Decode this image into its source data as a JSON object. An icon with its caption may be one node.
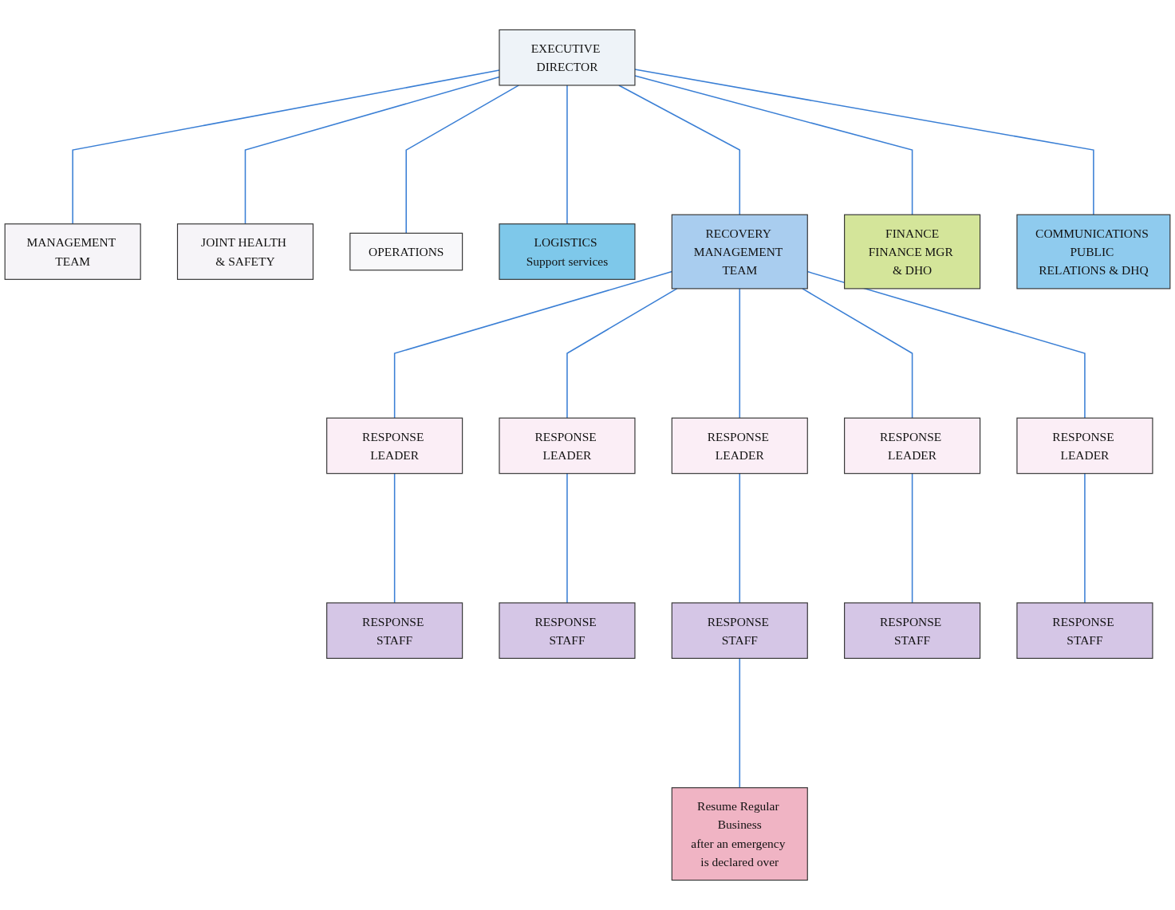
{
  "diagram": {
    "nodes": [
      {
        "text": [
          "EXECUTIVE DIRECTOR"
        ]
      },
      {
        "text": [
          "MANAGEMENT TEAM"
        ]
      },
      {
        "text": [
          "JOINT HEALTH & SAFETY"
        ]
      },
      {
        "text": [
          "OPERATIONS"
        ]
      },
      {
        "text": [
          "LOGISTICS Support services"
        ]
      },
      {
        "text": [
          "RECOVERY MANAGEMENT TEAM"
        ]
      },
      {
        "text": [
          "FINANCE",
          "FINANCE MGR & DHO"
        ]
      },
      {
        "text": [
          "COMMUNICATIONS PUBLIC RELATIONS & DHQ"
        ]
      },
      {
        "text": [
          "RESPONSE LEADER"
        ]
      },
      {
        "text": [
          "RESPONSE LEADER"
        ]
      },
      {
        "text": [
          "RESPONSE LEADER"
        ]
      },
      {
        "text": [
          "RESPONSE LEADER"
        ]
      },
      {
        "text": [
          "RESPONSE LEADER"
        ]
      },
      {
        "text": [
          "RESPONSE STAFF"
        ]
      },
      {
        "text": [
          "RESPONSE STAFF"
        ]
      },
      {
        "text": [
          "RESPONSE STAFF"
        ]
      },
      {
        "text": [
          "RESPONSE STAFF"
        ]
      },
      {
        "text": [
          "RESPONSE STAFF"
        ]
      },
      {
        "text": [
          "Resume Regular Business",
          "after an emergency is declared over"
        ]
      }
    ],
    "edges": [
      {
        "from": 0,
        "to": 1,
        "arrow": "none"
      },
      {
        "from": 0,
        "to": 2,
        "arrow": "none"
      },
      {
        "from": 0,
        "to": 3,
        "arrow": "none"
      },
      {
        "from": 0,
        "to": 4,
        "arrow": "none"
      },
      {
        "from": 0,
        "to": 5,
        "arrow": "none"
      },
      {
        "from": 0,
        "to": 6,
        "arrow": "none"
      },
      {
        "from": 0,
        "to": 7,
        "arrow": "none"
      },
      {
        "from": 5,
        "to": 8,
        "arrow": "none"
      },
      {
        "from": 5,
        "to": 9,
        "arrow": "none"
      },
      {
        "from": 5,
        "to": 10,
        "arrow": "none"
      },
      {
        "from": 5,
        "to": 11,
        "arrow": "none"
      },
      {
        "from": 5,
        "to": 12,
        "arrow": "none"
      },
      {
        "from": 8,
        "to": 13,
        "arrow": "none"
      },
      {
        "from": 9,
        "to": 14,
        "arrow": "none"
      },
      {
        "from": 10,
        "to": 15,
        "arrow": "none"
      },
      {
        "from": 11,
        "to": 16,
        "arrow": "none"
      },
      {
        "from": 12,
        "to": 17,
        "arrow": "none"
      },
      {
        "from": 15,
        "to": 18,
        "arrow": "none"
      }
    ]
  }
}
